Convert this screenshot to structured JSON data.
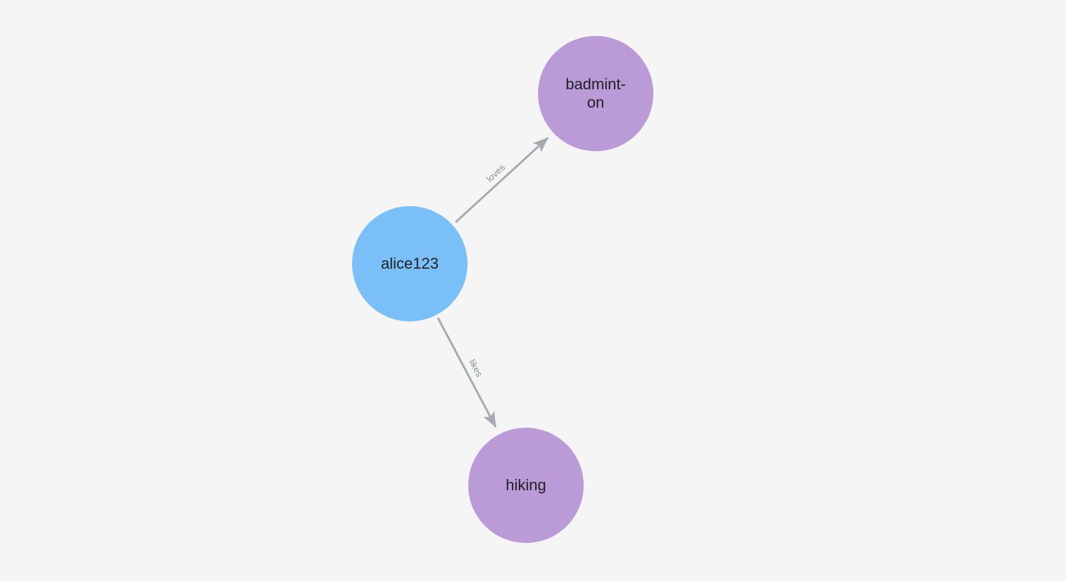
{
  "graph": {
    "background_color": "#f4f5f4",
    "edge_color": "#a7aab0",
    "edge_label_color": "#8b8e94",
    "node_text_color": "#1f2124",
    "nodes": [
      {
        "id": "alice123",
        "label": "alice123",
        "color": "#7bbff8"
      },
      {
        "id": "badminton",
        "label": "badmint-\non",
        "color": "#ba9ad7"
      },
      {
        "id": "hiking",
        "label": "hiking",
        "color": "#ba9ad7"
      }
    ],
    "edges": [
      {
        "from": "alice123",
        "to": "badminton",
        "label": "loves"
      },
      {
        "from": "alice123",
        "to": "hiking",
        "label": "likes"
      }
    ]
  }
}
